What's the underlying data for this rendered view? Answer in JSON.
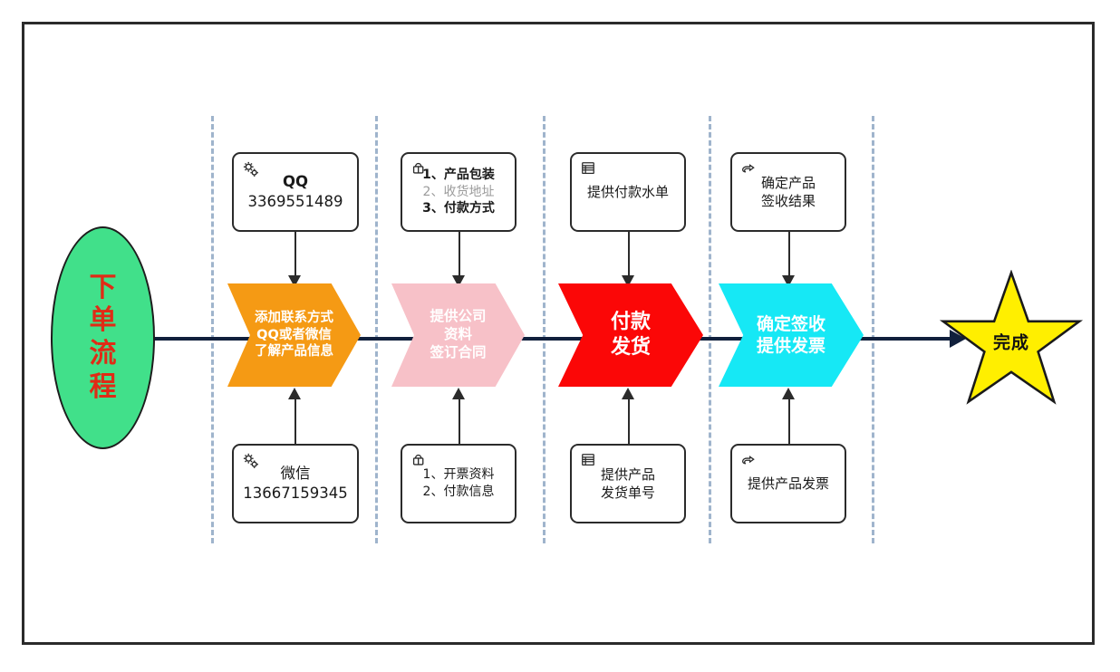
{
  "diagram": {
    "title_node": {
      "lines": [
        "下",
        "单",
        "流",
        "程"
      ],
      "fill": "#41e08a",
      "text_color": "#e02b16"
    },
    "end_node": {
      "label": "完成",
      "fill": "#ffef00",
      "text_color": "#111111"
    },
    "stages": [
      {
        "key": "stage-contact",
        "chevron": {
          "lines": [
            "添加联系方式",
            "QQ或者微信",
            "了解产品信息"
          ],
          "fill": "#f59a14",
          "text_color": "#ffffff"
        },
        "top_box": {
          "icon": "gears-icon",
          "lines": [
            {
              "text": "QQ",
              "style": "bold t-16"
            },
            {
              "text": "3369551489",
              "style": "t-16"
            }
          ]
        },
        "bottom_box": {
          "icon": "gears-icon",
          "lines": [
            {
              "text": "微信",
              "style": "t-16"
            },
            {
              "text": "13667159345",
              "style": "t-16"
            }
          ]
        }
      },
      {
        "key": "stage-contract",
        "chevron": {
          "lines": [
            "提供公司",
            "资料",
            "签订合同"
          ],
          "fill": "#f7c1c8",
          "text_color": "#ffffff"
        },
        "top_box": {
          "icon": "package-icon",
          "lines": [
            {
              "text": "1、产品包装",
              "style": "bold t-14"
            },
            {
              "text": "2、收货地址",
              "style": "muted t-14"
            },
            {
              "text": "3、付款方式",
              "style": "bold t-14"
            }
          ]
        },
        "bottom_box": {
          "icon": "package-icon",
          "lines": [
            {
              "text": "1、开票资料",
              "style": "t-14"
            },
            {
              "text": "2、付款信息",
              "style": "t-14"
            }
          ]
        }
      },
      {
        "key": "stage-payment",
        "chevron": {
          "lines": [
            "付款",
            "发货"
          ],
          "fill": "#fb0707",
          "text_color": "#ffffff"
        },
        "top_box": {
          "icon": "document-list-icon",
          "lines": [
            {
              "text": "提供付款水单",
              "style": "t-15"
            }
          ]
        },
        "bottom_box": {
          "icon": "document-list-icon",
          "lines": [
            {
              "text": "提供产品",
              "style": "t-15"
            },
            {
              "text": "发货单号",
              "style": "t-15"
            }
          ]
        }
      },
      {
        "key": "stage-receipt",
        "chevron": {
          "lines": [
            "确定签收",
            "提供发票"
          ],
          "fill": "#16e8f5",
          "text_color": "#ffffff"
        },
        "top_box": {
          "icon": "pointing-hand-icon",
          "lines": [
            {
              "text": "确定产品",
              "style": "t-15"
            },
            {
              "text": "签收结果",
              "style": "t-15"
            }
          ]
        },
        "bottom_box": {
          "icon": "pointing-hand-icon",
          "lines": [
            {
              "text": "提供产品发票",
              "style": "t-15"
            }
          ]
        }
      }
    ]
  }
}
